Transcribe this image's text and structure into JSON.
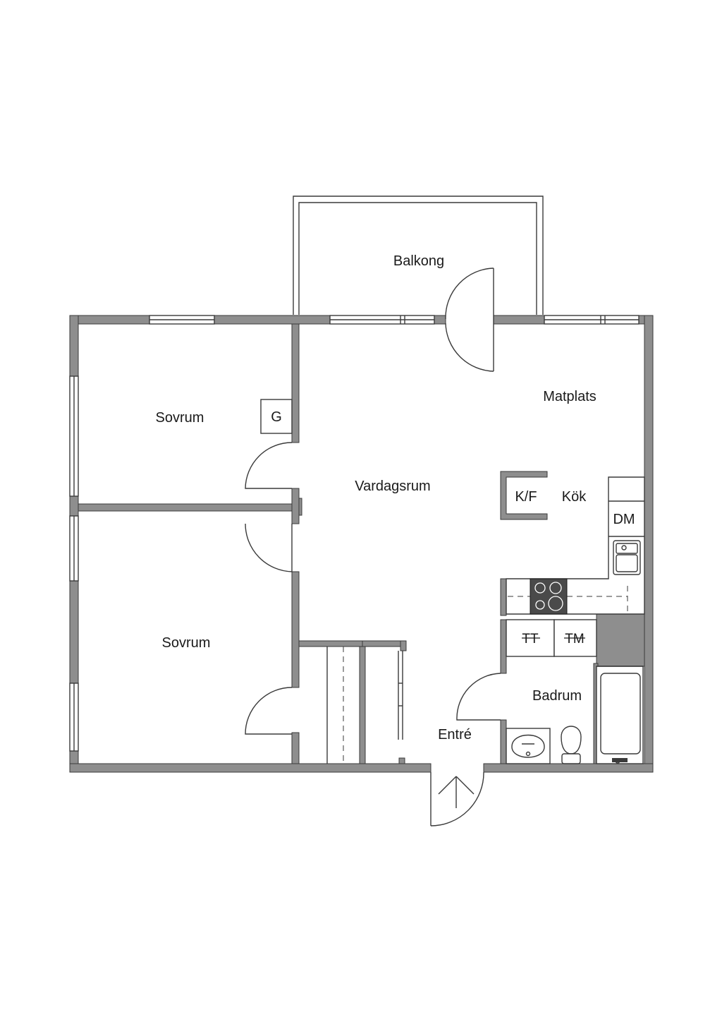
{
  "rooms": {
    "balkong": "Balkong",
    "matplats": "Matplats",
    "sovrum_top": "Sovrum",
    "sovrum_bottom": "Sovrum",
    "vardagsrum": "Vardagsrum",
    "kok": "Kök",
    "badrum": "Badrum",
    "entre": "Entré"
  },
  "fixtures": {
    "wardrobe_g": "G",
    "fridge_freezer": "K/F",
    "dishwasher": "DM",
    "dryer": "TT",
    "washer": "TM"
  },
  "colors": {
    "wall_fill": "#8e8e8e",
    "line": "#3a3a3a",
    "stove": "#4a4a4a",
    "background": "#ffffff"
  }
}
